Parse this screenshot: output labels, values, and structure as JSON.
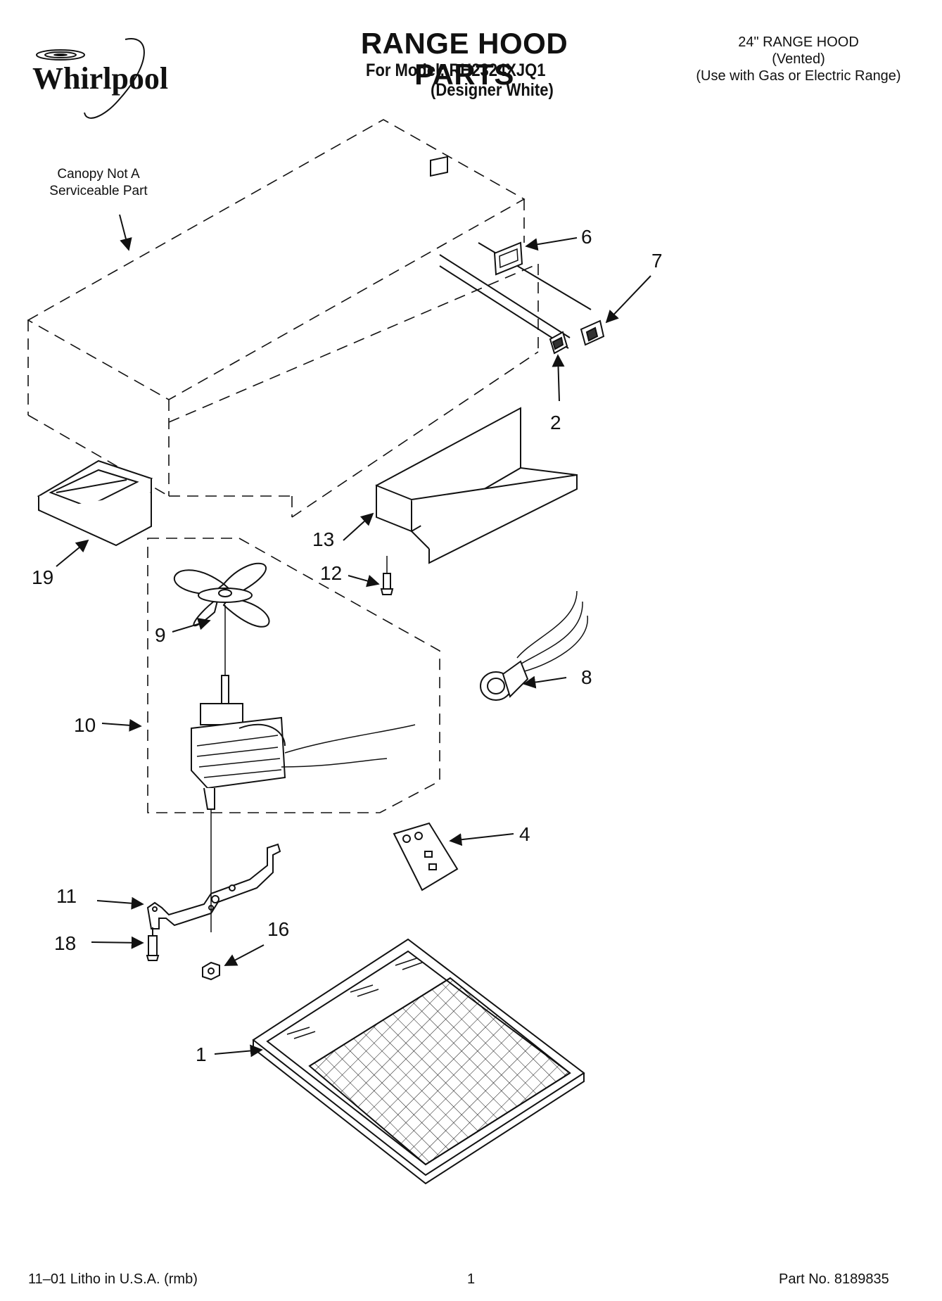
{
  "header": {
    "brand": "Whirlpool",
    "title": "RANGE HOOD PARTS",
    "model_line": "For Model: RH2324XJQ1",
    "variant_line": "(Designer White)",
    "hood_size": "24\" RANGE HOOD",
    "hood_type": "(Vented)",
    "usage_note": "(Use with Gas or Electric Range)"
  },
  "notes": {
    "canopy_line1": "Canopy Not A",
    "canopy_line2": "Serviceable Part"
  },
  "callouts": {
    "c1": "1",
    "c2": "2",
    "c4": "4",
    "c6": "6",
    "c7": "7",
    "c8": "8",
    "c9": "9",
    "c10": "10",
    "c11": "11",
    "c12": "12",
    "c13": "13",
    "c16": "16",
    "c18": "18",
    "c19": "19"
  },
  "footer": {
    "litho": "11–01 Litho in U.S.A. (rmb)",
    "page": "1",
    "part_no": "Part No. 8189835"
  }
}
